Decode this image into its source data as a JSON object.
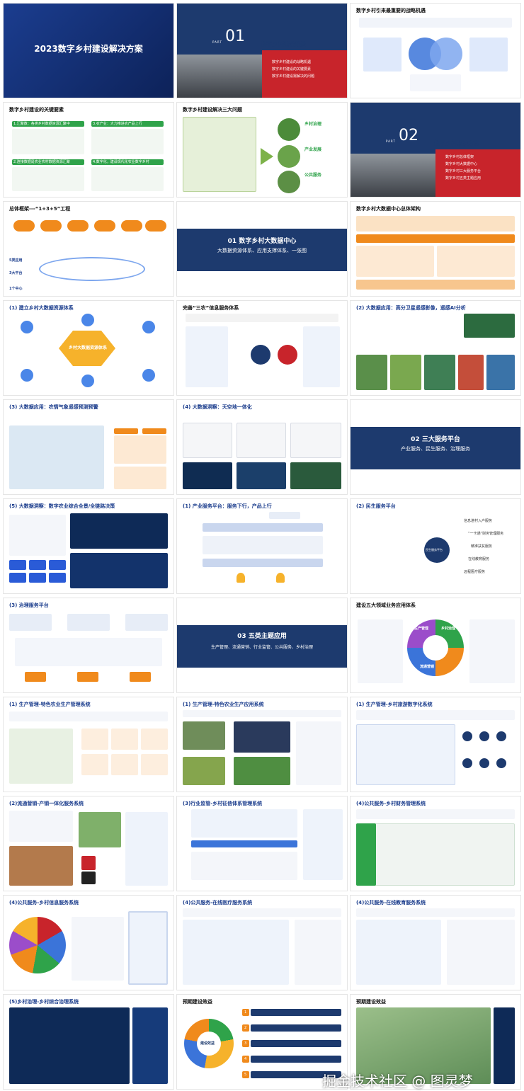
{
  "slides": {
    "s1": {
      "title": "2023数字乡村建设解决方案"
    },
    "s2": {
      "part": "PART",
      "num": "01",
      "title": "数字乡村建设背景",
      "items": [
        "数字乡村建设的战略机遇",
        "数字乡村建设的关键要素",
        "数字乡村建设需解决的问题"
      ]
    },
    "s3": {
      "title": "数字乡村引来最重要的战略机遇"
    },
    "s4": {
      "title": "数字乡村建设的关键要素",
      "items": [
        "1.汇聚数：各类乡村数据资源汇聚中",
        "3.农产业：大力推进农产品上行",
        "2.连接数据是农业农村数据资源汇聚",
        "4.数字化，建设现代化农业数字乡村"
      ]
    },
    "s5": {
      "title": "数字乡村建设解决三大问题",
      "labels": [
        "乡村治理",
        "产业发展",
        "公共服务"
      ]
    },
    "s6": {
      "part": "PART",
      "num": "02",
      "title": "数字乡村解决方案",
      "items": [
        "数字乡村总体框架",
        "数字乡村大数据中心",
        "数字乡村三大服务平台",
        "数字乡村五类主题应用"
      ]
    },
    "s7": {
      "title": "总体框架---“1+3+5”工程",
      "levels": [
        "5类应用",
        "3大平台",
        "1个中心"
      ]
    },
    "s8": {
      "title": "01  数字乡村大数据中心",
      "sub": "大数据资源体系、应用支撑体系、一张图"
    },
    "s9": {
      "title": "数字乡村大数据中心总体架构"
    },
    "s10": {
      "title": "(1) 建立乡村大数据资源体系",
      "center": "乡村大数据资源体系"
    },
    "s11": {
      "title": "完善“三农”信息服务体系"
    },
    "s12": {
      "title": "(2) 大数据应用：高分卫星遥感影像，遥感AI分析"
    },
    "s13": {
      "title": "(3) 大数据应用：农情气象遥感预测预警"
    },
    "s14": {
      "title": "(4) 大数据洞察：天空地一体化"
    },
    "s15": {
      "title": "02    三大服务平台",
      "sub": "产业服务、民生服务、治理服务"
    },
    "s16": {
      "title": "(5) 大数据洞察：数字农业综合全景/全链路决策"
    },
    "s17": {
      "title": "(1) 产业服务平台：服务下行，产品上行"
    },
    "s18": {
      "title": "(2) 民生服务平台",
      "center": "民生服务平台",
      "items": [
        "信息进村入户服务",
        "“一卡通”财务管理服务",
        "精准扶贫服务",
        "在线教育服务",
        "远程医疗服务"
      ]
    },
    "s19": {
      "title": "(3) 治理服务平台"
    },
    "s20": {
      "title": "03    五类主题应用",
      "sub": "生产管理、流通营销、行业监管、公共服务、乡村治理"
    },
    "s21": {
      "title": "建设五大领域业务应用体系",
      "ring": [
        "生产管理",
        "乡村治理",
        "流通营销"
      ]
    },
    "s22": {
      "title": "(1) 生产管理-特色农业生产管理系统"
    },
    "s23": {
      "title": "(1) 生产管理-特色农业生产应用系统"
    },
    "s24": {
      "title": "(1) 生产管理-乡村旅游数字化系统"
    },
    "s25": {
      "title": "(2)流通营销-产销一体化服务系统"
    },
    "s26": {
      "title": "(3)行业监管-乡村征信体系管理系统"
    },
    "s27": {
      "title": "(4)公共服务-乡村财务管理系统"
    },
    "s28": {
      "title": "(4)公共服务-乡村信息服务系统"
    },
    "s29": {
      "title": "(4)公共服务-在线医疗服务系统"
    },
    "s30": {
      "title": "(4)公共服务-在线教育服务系统"
    },
    "s31": {
      "title": "(5)乡村治理-乡村综合治理系统"
    },
    "s32": {
      "title": "预期建设效益",
      "center": "建设效益",
      "nums": [
        "1",
        "2",
        "3",
        "4",
        "5"
      ]
    },
    "s33": {
      "title": "预期建设效益"
    }
  },
  "watermark": "掘金技术社区 @ 图灵梦",
  "colors": {
    "navy": "#1d3a6e",
    "red": "#c8242b",
    "green": "#2fa34a",
    "orange": "#f08a1c"
  }
}
